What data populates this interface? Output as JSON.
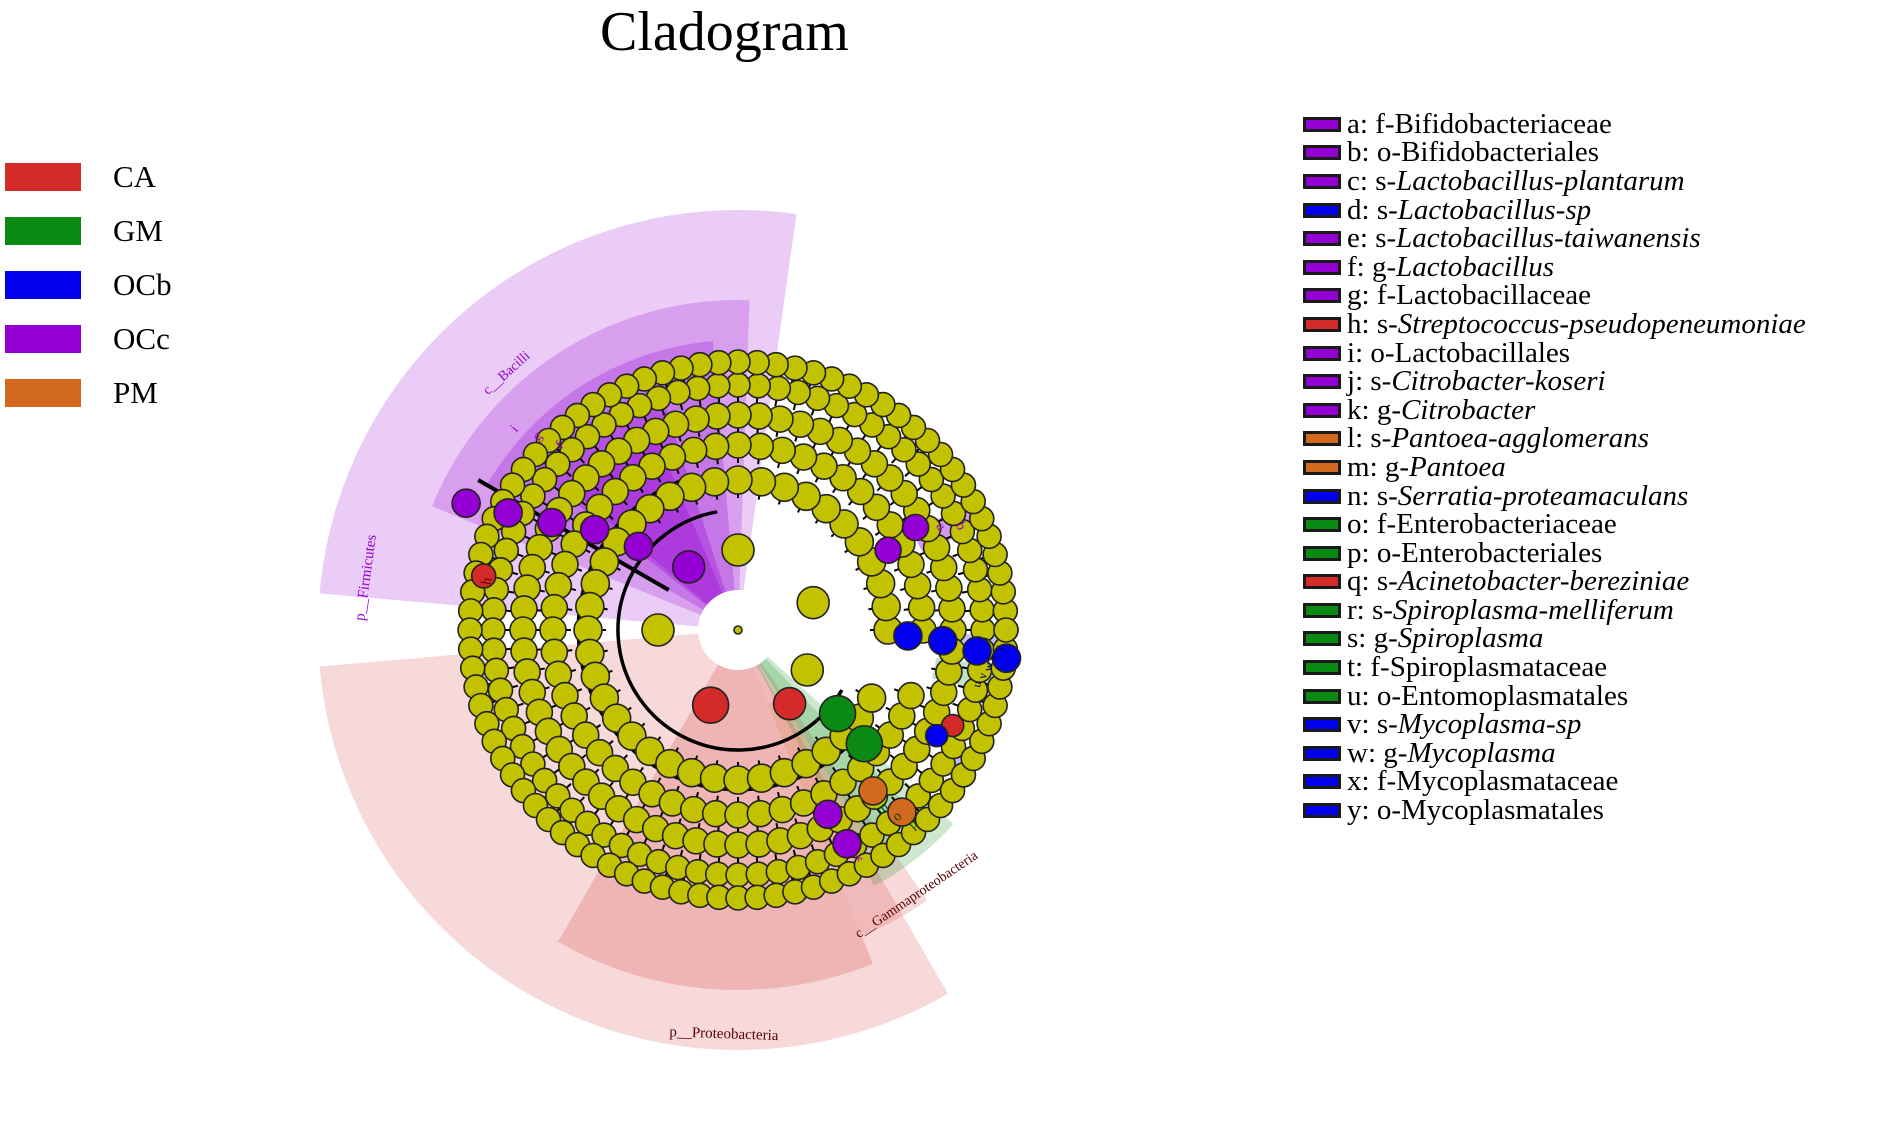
{
  "title": "Cladogram",
  "colors": {
    "CA": "#d42a2a",
    "GM": "#0a8a12",
    "OCb": "#0000ee",
    "OCc": "#9400d3",
    "PM": "#d2691e",
    "node": "#c2c200",
    "node_stroke": "#333300"
  },
  "groups": [
    {
      "name": "CA",
      "color": "#d42a2a"
    },
    {
      "name": "GM",
      "color": "#0a8a12"
    },
    {
      "name": "OCb",
      "color": "#0000ee"
    },
    {
      "name": "OCc",
      "color": "#9400d3"
    },
    {
      "name": "PM",
      "color": "#d2691e"
    }
  ],
  "taxa": [
    {
      "key": "a",
      "rank": "f",
      "name": "Bifidobacteriaceae",
      "italic": false,
      "group": "OCc"
    },
    {
      "key": "b",
      "rank": "o",
      "name": "Bifidobacteriales",
      "italic": false,
      "group": "OCc"
    },
    {
      "key": "c",
      "rank": "s",
      "name": "Lactobacillus-plantarum",
      "italic": true,
      "group": "OCc"
    },
    {
      "key": "d",
      "rank": "s",
      "name": "Lactobacillus-sp",
      "italic": true,
      "group": "OCb"
    },
    {
      "key": "e",
      "rank": "s",
      "name": "Lactobacillus-taiwanensis",
      "italic": true,
      "group": "OCc"
    },
    {
      "key": "f",
      "rank": "g",
      "name": "Lactobacillus",
      "italic": true,
      "group": "OCc"
    },
    {
      "key": "g",
      "rank": "f",
      "name": "Lactobacillaceae",
      "italic": false,
      "group": "OCc"
    },
    {
      "key": "h",
      "rank": "s",
      "name": "Streptococcus-pseudopeneumoniae",
      "italic": true,
      "group": "CA"
    },
    {
      "key": "i",
      "rank": "o",
      "name": "Lactobacillales",
      "italic": false,
      "group": "OCc"
    },
    {
      "key": "j",
      "rank": "s",
      "name": "Citrobacter-koseri",
      "italic": true,
      "group": "OCc"
    },
    {
      "key": "k",
      "rank": "g",
      "name": "Citrobacter",
      "italic": true,
      "group": "OCc"
    },
    {
      "key": "l",
      "rank": "s",
      "name": "Pantoea-agglomerans",
      "italic": true,
      "group": "PM"
    },
    {
      "key": "m",
      "rank": "g",
      "name": "Pantoea",
      "italic": true,
      "group": "PM"
    },
    {
      "key": "n",
      "rank": "s",
      "name": "Serratia-proteamaculans",
      "italic": true,
      "group": "OCb"
    },
    {
      "key": "o",
      "rank": "f",
      "name": "Enterobacteriaceae",
      "italic": false,
      "group": "GM"
    },
    {
      "key": "p",
      "rank": "o",
      "name": "Enterobacteriales",
      "italic": false,
      "group": "GM"
    },
    {
      "key": "q",
      "rank": "s",
      "name": "Acinetobacter-bereziniae",
      "italic": true,
      "group": "CA"
    },
    {
      "key": "r",
      "rank": "s",
      "name": "Spiroplasma-melliferum",
      "italic": true,
      "group": "GM"
    },
    {
      "key": "s",
      "rank": "g",
      "name": "Spiroplasma",
      "italic": true,
      "group": "GM"
    },
    {
      "key": "t",
      "rank": "f",
      "name": "Spiroplasmataceae",
      "italic": false,
      "group": "GM"
    },
    {
      "key": "u",
      "rank": "o",
      "name": "Entomoplasmatales",
      "italic": false,
      "group": "GM"
    },
    {
      "key": "v",
      "rank": "s",
      "name": "Mycoplasma-sp",
      "italic": true,
      "group": "OCb"
    },
    {
      "key": "w",
      "rank": "g",
      "name": "Mycoplasma",
      "italic": true,
      "group": "OCb"
    },
    {
      "key": "x",
      "rank": "f",
      "name": "Mycoplasmataceae",
      "italic": false,
      "group": "OCb"
    },
    {
      "key": "y",
      "rank": "o",
      "name": "Mycoplasmatales",
      "italic": false,
      "group": "OCb"
    }
  ],
  "clade_labels": {
    "firmicutes": "p__Firmicutes",
    "bacilli": "c__Bacilli",
    "proteobacteria": "p__Proteobacteria",
    "gammaproteobacteria": "c__Gammaproteobacteria"
  },
  "sector_letters": {
    "bacilli_inner": [
      "i",
      "g",
      "f"
    ],
    "bifido": [
      "b",
      "a"
    ],
    "myco": [
      "y",
      "x",
      "w",
      "v",
      "u"
    ],
    "entero": [
      "p",
      "o",
      "m"
    ],
    "left_h": "h",
    "bottom_k": "k"
  }
}
